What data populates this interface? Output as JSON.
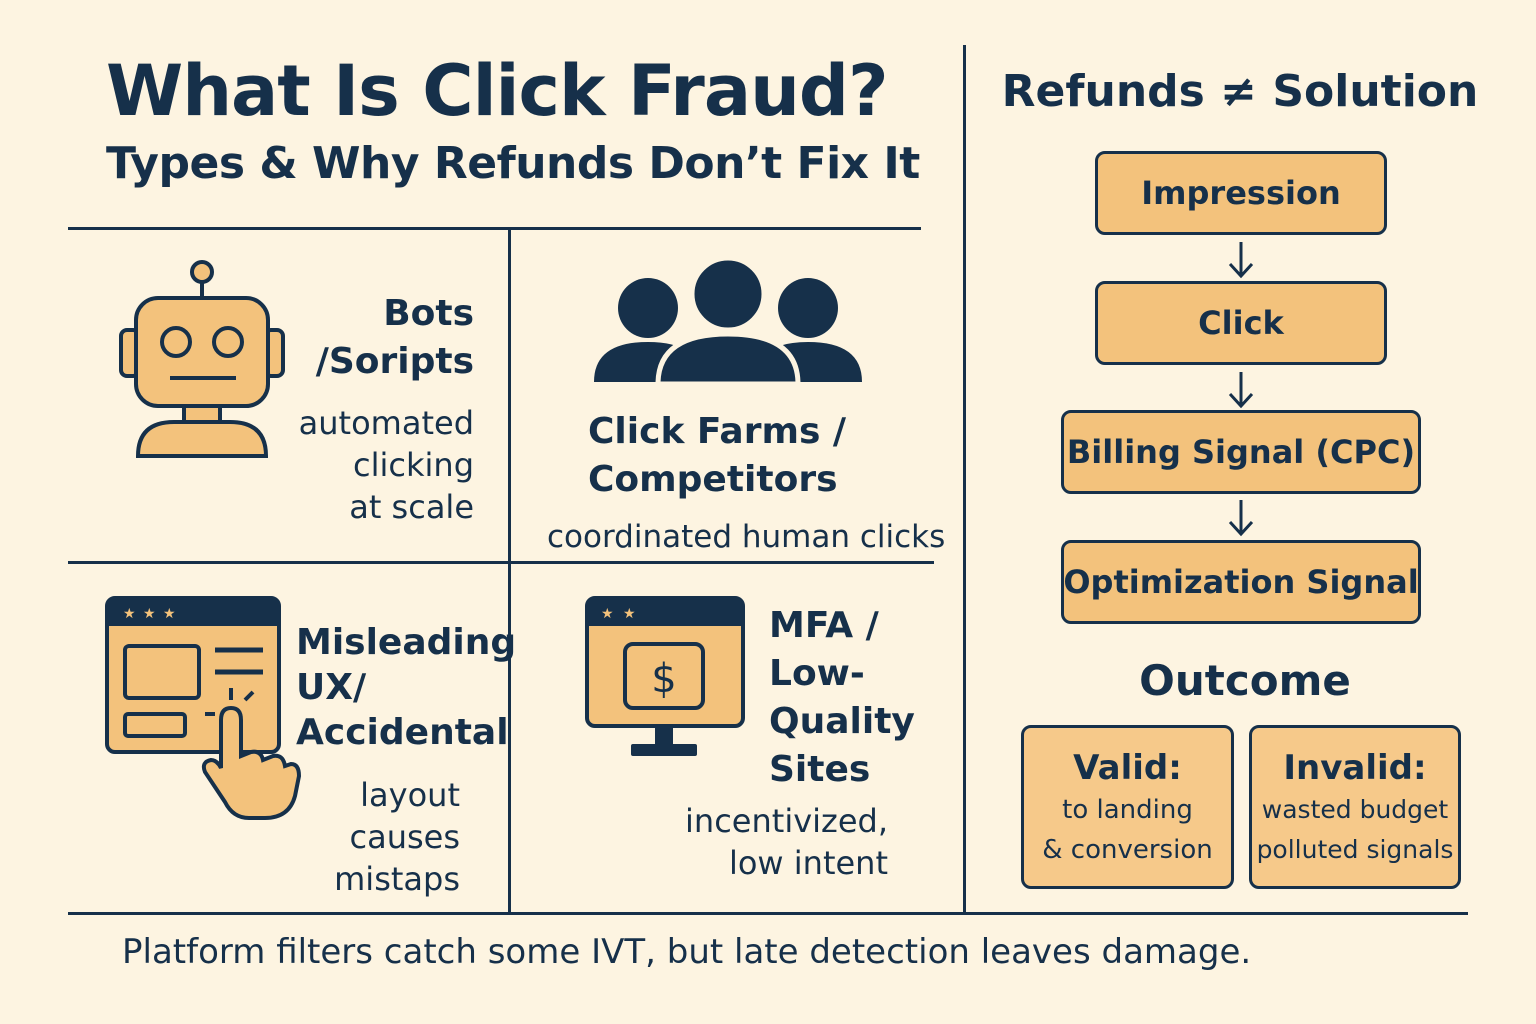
{
  "header": {
    "title": "What Is Click Fraud?",
    "subtitle": "Types & Why Refunds Don’t Fix It"
  },
  "types": [
    {
      "title_lines": [
        "Bots",
        "/Soripts"
      ],
      "desc_lines": [
        "automated",
        "clicking",
        "at scale"
      ],
      "icon": "robot-icon"
    },
    {
      "title_lines": [
        "Click Farms /",
        "Competitors"
      ],
      "desc_lines": [
        "coordinated human clicks"
      ],
      "icon": "people-group-icon"
    },
    {
      "title_lines": [
        "Misleading",
        "UX/",
        "Accidental"
      ],
      "desc_lines": [
        "layout",
        "causes",
        "mistaps"
      ],
      "icon": "browser-tap-icon"
    },
    {
      "title_lines": [
        "MFA /",
        "Low-",
        "Quality",
        "Sites"
      ],
      "desc_lines": [
        "incentivized,",
        "low intent"
      ],
      "icon": "monitor-dollar-icon"
    }
  ],
  "flow": {
    "title": "Refunds ≠ Solution",
    "steps": [
      "Impression",
      "Click",
      "Billing Signal (CPC)",
      "Optimization Signal"
    ],
    "arrow_icon": "arrow-down-icon"
  },
  "outcome": {
    "label": "Outcome",
    "valid": {
      "head": "Valid:",
      "lines": [
        "to landing",
        "& conversion"
      ]
    },
    "invalid": {
      "head": "Invalid:",
      "lines": [
        "wasted budget",
        "polluted signals"
      ]
    }
  },
  "footer": "Platform filters catch some IVT, but late detection leaves damage.",
  "colors": {
    "background": "#fdf4e1",
    "navy": "#16304a",
    "accent": "#f3c27c"
  }
}
